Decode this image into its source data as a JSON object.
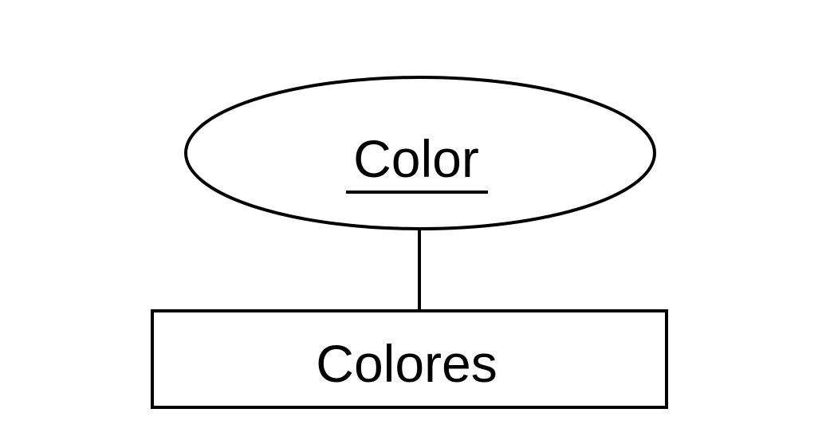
{
  "diagram": {
    "type": "entity-relationship",
    "attribute": {
      "label": "Color",
      "is_key": true
    },
    "entity": {
      "label": "Colores"
    },
    "connection": {
      "from": "attribute",
      "to": "entity"
    },
    "colors": {
      "background": "#ffffff",
      "stroke": "#000000",
      "text": "#000000"
    }
  }
}
